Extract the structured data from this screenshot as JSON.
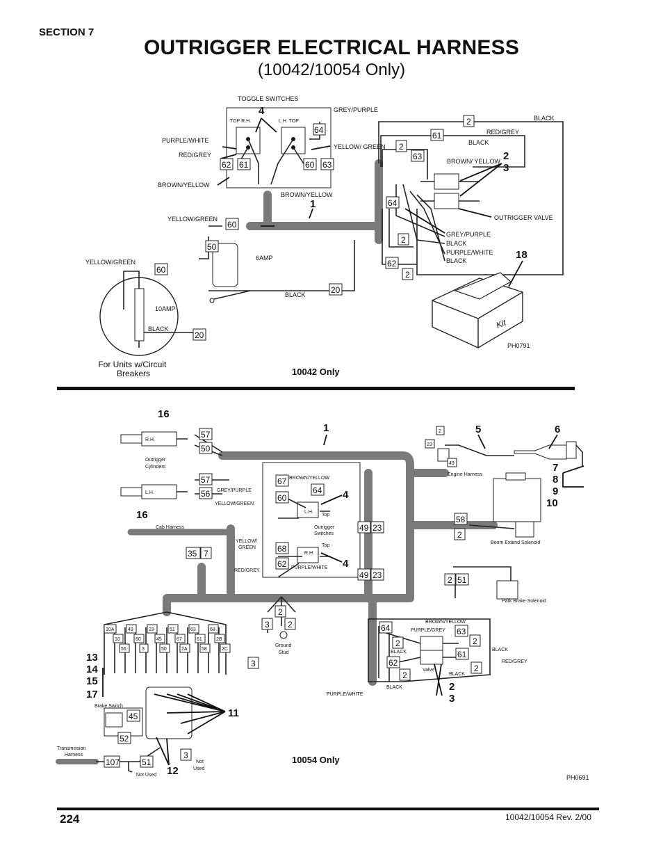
{
  "header": {
    "section": "SECTION 7",
    "title": "OUTRIGGER ELECTRICAL HARNESS",
    "subtitle": "(10042/10054 Only)"
  },
  "top_diagram": {
    "caption": "10042 Only",
    "photo_id": "PH0791",
    "circuit_breaker_caption": "For Units w/Circuit Breakers",
    "labels": {
      "toggle_switches": "TOGGLE SWITCHES",
      "top_rh": "TOP  R.H.",
      "lh_top": "L.H. TOP",
      "grey_purple": "GREY/PURPLE",
      "black": "BLACK",
      "red_grey": "RED/GREY",
      "purple_white": "PURPLE/WHITE",
      "yellow_green": "YELLOW/ GREEN",
      "brown_yellow": "BROWN/YELLOW",
      "brown_yellow2": "BROWN/YELLOW",
      "brown_yellow_valve": "BROWN/ YELLOW",
      "outrigger_valve": "OUTRIGGER VALVE",
      "yellow_green2": "YELLOW/GREEN",
      "yellow_green3": "YELLOW/GREEN",
      "six_amp": "6AMP",
      "ten_amp": "10AMP",
      "black_bottom": "BLACK",
      "black_cb": "BLACK",
      "grey_purple2": "GREY/PURPLE",
      "black2": "BLACK",
      "purple_white2": "PURPLE/WHITE",
      "black3": "BLACK",
      "kit": "Kit"
    },
    "callouts": [
      "4",
      "1",
      "2",
      "3",
      "18"
    ],
    "boxes": [
      "64",
      "62",
      "61",
      "60",
      "63",
      "2",
      "61",
      "2",
      "63",
      "64",
      "60",
      "50",
      "2",
      "62",
      "2",
      "20",
      "60",
      "20"
    ]
  },
  "bottom_diagram": {
    "caption": "10054 Only",
    "photo_id": "PH0691",
    "labels": {
      "rh": "R.H.",
      "lh": "L.H.",
      "outrigger_cylinders": "Outrigger Cylinders",
      "cab_harness": "Cab Harness",
      "grey_purple": "GREY/PURPLE",
      "yellow_green": "YELLOW/GREEN",
      "brown_yellow": "BROWN/YELLOW",
      "lh_sw": "L.H.",
      "top1": "Top",
      "outrigger_switches": "Outrigger Switches",
      "top2": "Top",
      "rh_sw": "R.H.",
      "yellow_green2": "YELLOW/ GREEN",
      "red_grey": "RED/GREY",
      "purple_white": "PURPLE/WHITE",
      "engine_harness": "Engine Harness",
      "boom_extend_solenoid": "Boom Extend Solenoid",
      "park_brake_solenoid": "Park Brake Solenoid",
      "ground_stud": "Ground Stud",
      "brown_yellow2": "BROWN/YELLOW",
      "purple_grey": "PURPLE/GREY",
      "black1": "BLACK",
      "black2": "BLACK",
      "red_grey2": "RED/GREY",
      "black3": "BLACK",
      "valve": "Valve",
      "black4": "BLACK",
      "purple_white2": "PURPLE/WHITE",
      "brake_switch": "Brake Switch",
      "transmission_harness": "Transmission Harness",
      "not_used1": "Not Used",
      "not_used2": "Not Used"
    },
    "callouts": [
      "16",
      "16",
      "1",
      "5",
      "6",
      "4",
      "4",
      "7",
      "8",
      "9",
      "10",
      "13",
      "14",
      "15",
      "17",
      "11",
      "12",
      "2",
      "3"
    ],
    "fuse_terminals": [
      "10A",
      "49",
      "23",
      "51",
      "63",
      "68",
      "10",
      "60",
      "45",
      "67",
      "61",
      "2B",
      "56",
      "3",
      "50",
      "2A",
      "58",
      "2C"
    ],
    "boxes": [
      "57",
      "50",
      "57",
      "56",
      "67",
      "64",
      "60",
      "68",
      "62",
      "35",
      "7",
      "49",
      "23",
      "49",
      "23",
      "58",
      "2",
      "2",
      "51",
      "2",
      "3",
      "2",
      "3",
      "64",
      "2",
      "63",
      "2",
      "61",
      "62",
      "2",
      "2",
      "45",
      "52",
      "107",
      "51",
      "3",
      "2",
      "23",
      "49"
    ]
  },
  "footer": {
    "page_number": "224",
    "revision": "10042/10054 Rev. 2/00"
  }
}
